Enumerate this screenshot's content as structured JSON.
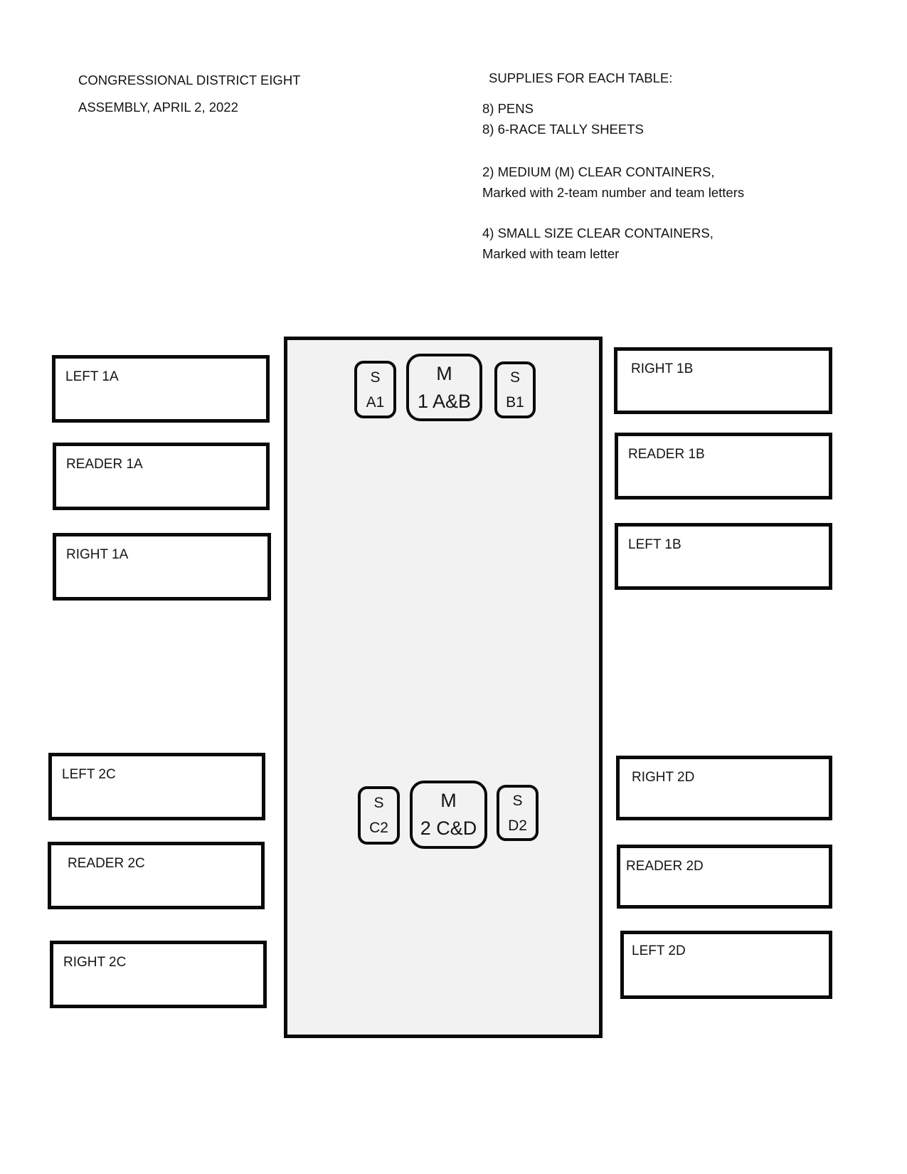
{
  "header": {
    "title_line1": "CONGRESSIONAL DISTRICT EIGHT",
    "title_line2": "ASSEMBLY, APRIL 2, 2022"
  },
  "supplies": {
    "heading": "SUPPLIES FOR EACH TABLE:",
    "group1_line1": "8) PENS",
    "group1_line2": "8) 6-RACE TALLY SHEETS",
    "group2_line1": "2) MEDIUM (M) CLEAR CONTAINERS,",
    "group2_line2": "Marked with 2-team number and team letters",
    "group3_line1": "4) SMALL SIZE CLEAR CONTAINERS,",
    "group3_line2": "Marked with team letter"
  },
  "table": {
    "containers_top": [
      {
        "size": "S",
        "label": "A1"
      },
      {
        "size": "M",
        "label": "1 A&B"
      },
      {
        "size": "S",
        "label": "B1"
      }
    ],
    "containers_bottom": [
      {
        "size": "S",
        "label": "C2"
      },
      {
        "size": "M",
        "label": "2 C&D"
      },
      {
        "size": "S",
        "label": "D2"
      }
    ]
  },
  "seats": {
    "left": [
      "LEFT 1A",
      "READER 1A",
      "RIGHT 1A",
      "LEFT 2C",
      "READER 2C",
      "RIGHT 2C"
    ],
    "right": [
      "RIGHT 1B",
      "READER 1B",
      "LEFT 1B",
      "RIGHT 2D",
      "READER 2D",
      "LEFT 2D"
    ]
  },
  "colors": {
    "table_fill": "#f2f2f2",
    "border": "#0a0a0a",
    "text": "#141414",
    "page_background": "#ffffff"
  }
}
